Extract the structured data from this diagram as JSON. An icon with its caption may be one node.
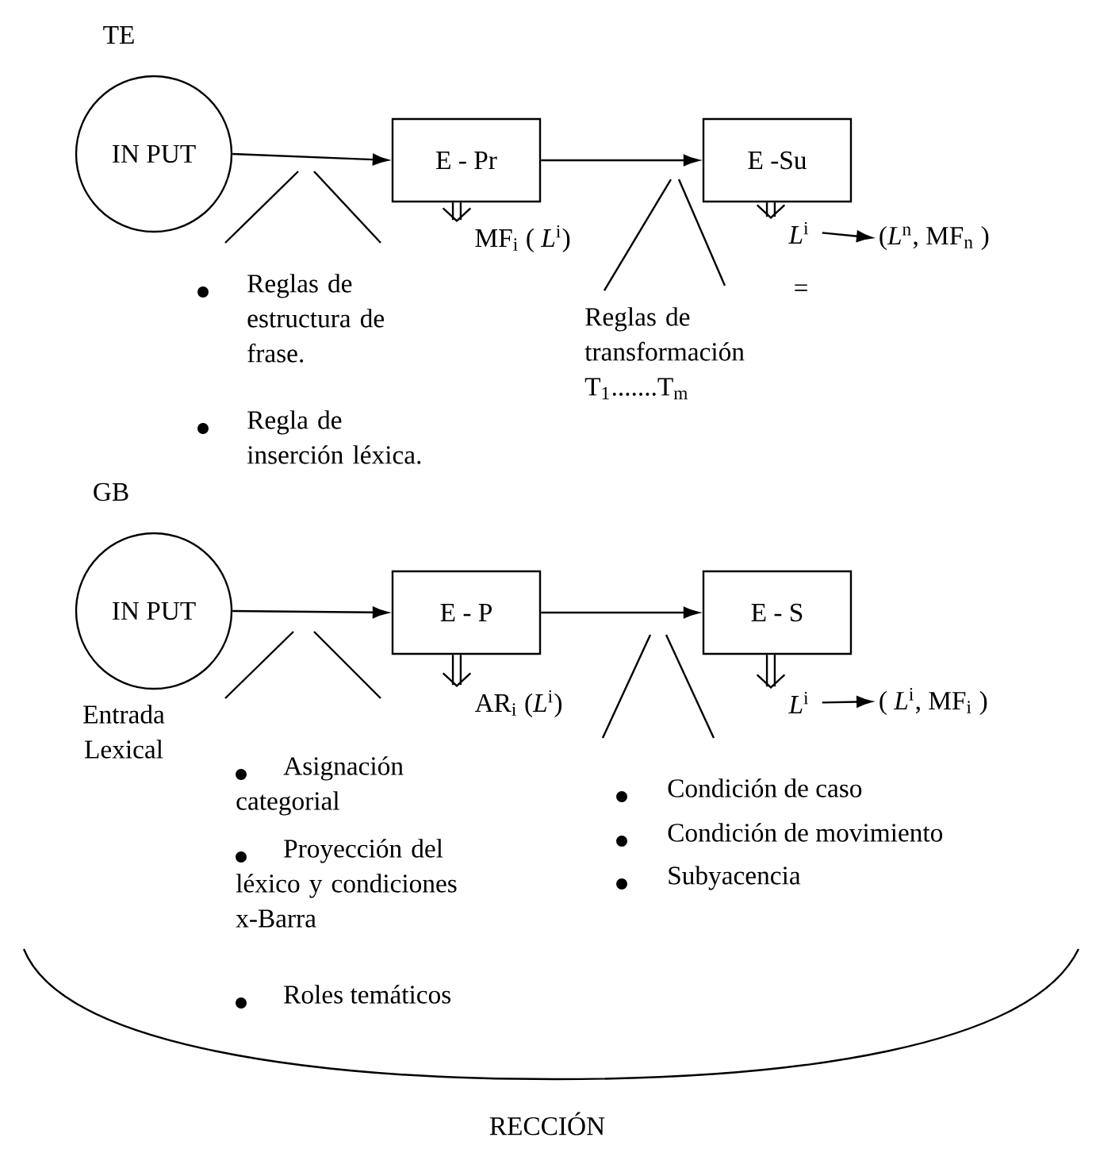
{
  "diagram": {
    "nodes": [
      {
        "text": [
          "IN PUT"
        ]
      },
      {
        "text": [
          "E - Pr"
        ]
      },
      {
        "text": [
          "E -Su"
        ]
      },
      {
        "text": [
          "MF$_{i}$ ( *L*$^{i}$)"
        ]
      },
      {
        "text": [
          "*L*$^{i}$"
        ]
      },
      {
        "text": [
          "(*L*$^{n}$, MF$_{n}$ )"
        ]
      },
      {
        "text": [
          "IN PUT"
        ]
      },
      {
        "text": [
          "E - P"
        ]
      },
      {
        "text": [
          "E - S"
        ]
      },
      {
        "text": [
          "AR$_{i}$ (*L*$^{i}$)"
        ]
      },
      {
        "text": [
          "*L*$^{i}$"
        ]
      },
      {
        "text": [
          "( *L*$^{i}$, MF$_{i}$ )"
        ]
      }
    ],
    "edges": [
      {
        "from": 0,
        "to": 1,
        "arrow": "to"
      },
      {
        "from": 1,
        "to": 2,
        "arrow": "to"
      },
      {
        "from": 1,
        "to": 3,
        "arrow": "to"
      },
      {
        "from": 2,
        "to": 4,
        "arrow": "to"
      },
      {
        "from": 4,
        "to": 5,
        "arrow": "to"
      },
      {
        "from": 6,
        "to": 7,
        "arrow": "to"
      },
      {
        "from": 7,
        "to": 8,
        "arrow": "to"
      },
      {
        "from": 7,
        "to": 9,
        "arrow": "to"
      },
      {
        "from": 8,
        "to": 10,
        "arrow": "to"
      },
      {
        "from": 10,
        "to": 11,
        "arrow": "to"
      }
    ],
    "labels": [
      "TE",
      "Reglas de estructura de frase.",
      "Regla de inserción léxica.",
      "Reglas de transformación T$_{1}$.......T$_{m}$",
      "=",
      "GB",
      "Entrada Lexical",
      "Asignación categorial",
      "Proyección del léxico y condiciones x-Barra",
      "Roles temáticos",
      "Condición de caso",
      "Condición de movimiento",
      "Subyacencia",
      "RECCIÓN"
    ]
  }
}
